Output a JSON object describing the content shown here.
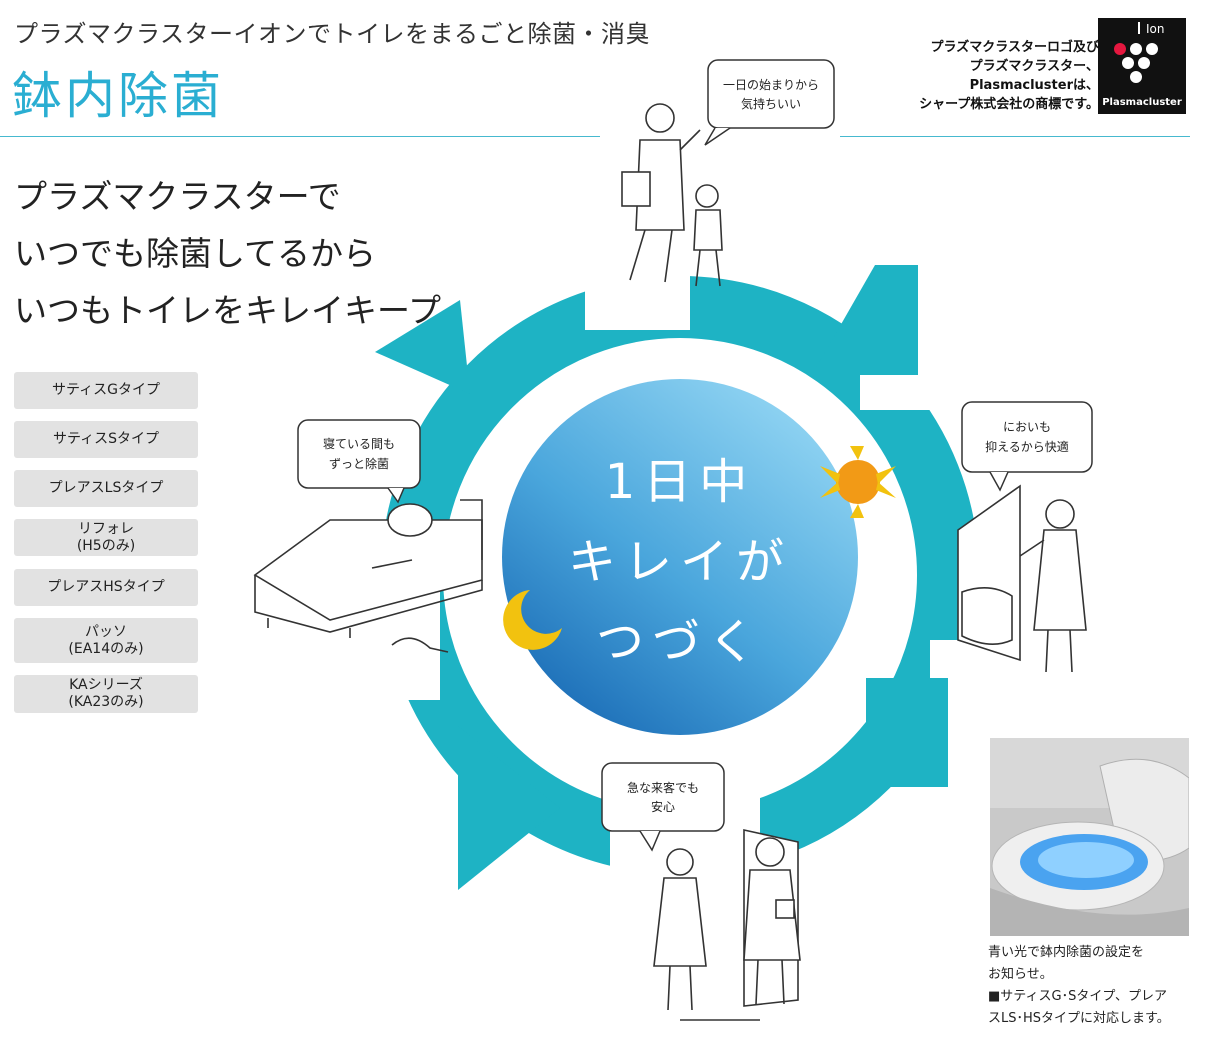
{
  "header": {
    "subtitle": "プラズマクラスターイオンでトイレをまるごと除菌・消臭",
    "title": "鉢内除菌"
  },
  "trademark": {
    "lines": [
      "プラズマクラスターロゴ及び",
      "プラズマクラスター、",
      "Plasmaclusterは、",
      "シャープ株式会社の商標です。"
    ]
  },
  "logo": {
    "ion": "Ion",
    "name": "Plasmacluster"
  },
  "headline": {
    "lines": [
      "プラズマクラスターで",
      "いつでも除菌してるから",
      "いつもトイレをキレイキープ。"
    ]
  },
  "models": [
    "サティスGタイプ",
    "サティスSタイプ",
    "プレアスLSタイプ",
    "リフォレ\n(H5のみ)",
    "プレアスHSタイプ",
    "パッソ\n(EA14のみ)",
    "KAシリーズ\n(KA23のみ)"
  ],
  "center": {
    "lines": [
      "1日中",
      "キレイが",
      "つづく"
    ]
  },
  "bubbles": {
    "morning": [
      "一日の始まりから",
      "気持ちいい"
    ],
    "smell": [
      "においも",
      "抑えるから快適"
    ],
    "guest": [
      "急な来客でも",
      "安心"
    ],
    "night": [
      "寝ている間も",
      "ずっと除菌"
    ]
  },
  "caption": {
    "lines": [
      "青い光で鉢内除菌の設定を",
      "お知らせ。",
      "■サティスG･Sタイプ、プレア",
      "スLS･HSタイプに対応します。"
    ]
  },
  "colors": {
    "accent": "#2aaed2",
    "ring": "#1eb3c4",
    "sun": "#f29a16",
    "moon": "#f2c20f"
  }
}
